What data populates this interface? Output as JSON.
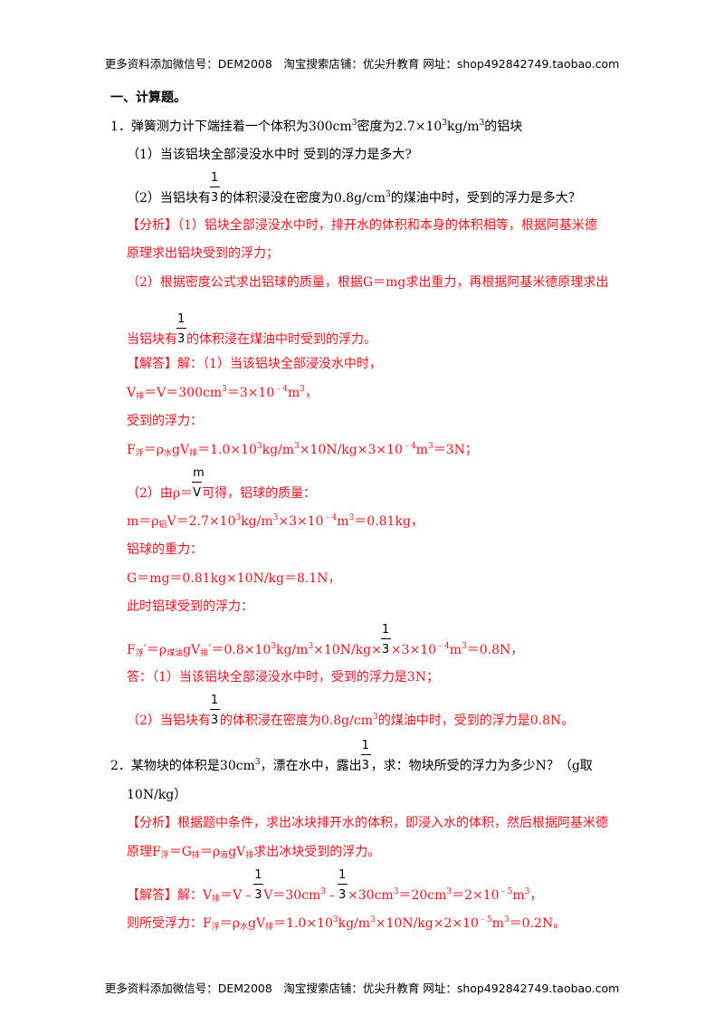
{
  "header": {
    "text": "更多资料添加微信号：DEM2008　淘宝搜索店铺：优尖升教育 网址：shop492842749.taobao.com"
  },
  "footer": {
    "text": "更多资料添加微信号：DEM2008　淘宝搜索店铺：优尖升教育 网址：shop492842749.taobao.com"
  },
  "section": {
    "title": "一、计算题。"
  },
  "q1": {
    "stem_a": "1．弹簧测力计下端挂着一个体积为300cm",
    "stem_b": "密度为2.7×10",
    "stem_c": "kg/m",
    "stem_d": "的铝块",
    "sub1": "（1）当该铝块全部浸没水中时  受到的浮力是多大?",
    "sub2_a": "（2）当铝块有",
    "sub2_b": "的体积浸没在密度为0.8g/cm",
    "sub2_c": "的煤油中时，受到的浮力是多大？",
    "analysis_1": "【分析】（1）铝块全部浸没水中时，排开水的体积和本身的体积相等，根据阿基米德",
    "analysis_2": "原理求出铝块受到的浮力；",
    "analysis_3": "（2）根据密度公式求出铝球的质量，根据G＝mg求出重力，再根据阿基米德原理求出",
    "analysis_4a": "当铝块有",
    "analysis_4b": "的体积浸在煤油中时受到的浮力。",
    "sol_1": "【解答】解：（1）当该铝块全部浸没水中时，",
    "sol_2a": "V",
    "sol_2sub": "排",
    "sol_2b": "＝V＝300cm",
    "sol_2c": "＝3×10",
    "sol_2exp": "﹣4",
    "sol_2d": "m",
    "sol_2e": "，",
    "sol_3": "受到的浮力：",
    "sol_4a": "F",
    "sol_4sub1": "浮",
    "sol_4b": "＝ρ",
    "sol_4sub2": "水",
    "sol_4c": "gV",
    "sol_4sub3": "排",
    "sol_4d": "＝1.0×10",
    "sol_4e": "kg/m",
    "sol_4f": "×10N/kg×3×10",
    "sol_4g": "m",
    "sol_4h": "＝3N；",
    "sol_5a": "（2）由ρ＝",
    "sol_5b": "可得，铝球的质量：",
    "sol_6a": "m＝ρ",
    "sol_6sub": "铝",
    "sol_6b": "V＝2.7×10",
    "sol_6c": "kg/m",
    "sol_6d": "×3×10",
    "sol_6e": "m",
    "sol_6f": "＝0.81kg，",
    "sol_7": "铝球的重力：",
    "sol_8": "G＝mg＝0.81kg×10N/kg＝8.1N，",
    "sol_9": "此时铝球受到的浮力：",
    "sol_10a": "F",
    "sol_10sub1": "浮",
    "sol_10b": "′＝ρ",
    "sol_10sub2": "煤油",
    "sol_10c": "gV",
    "sol_10sub3": "排",
    "sol_10d": "′＝0.8×10",
    "sol_10e": "kg/m",
    "sol_10f": "×10N/kg×",
    "sol_10g": "×3×10",
    "sol_10h": "m",
    "sol_10i": "＝0.8N，",
    "ans_1": "答：（1）当该铝块全部浸没水中时，受到的浮力是3N；",
    "ans_2a": "（2）当铝块有",
    "ans_2b": "的体积浸在密度为0.8g/cm",
    "ans_2c": "的煤油中时，受到的浮力是0.8N。"
  },
  "q2": {
    "stem_1a": "2．某物块的体积是30cm",
    "stem_1b": "，漂在水中，露出",
    "stem_1c": "，求：物块所受的浮力为多少N？（g取",
    "stem_2": "10N/kg）",
    "analysis_1": "【分析】根据题中条件，求出冰块排开水的体积，即浸入水的体积，然后根据阿基米德",
    "analysis_2a": "原理F",
    "analysis_2b": "＝G",
    "analysis_2c": "＝ρ",
    "analysis_2d": "gV",
    "analysis_2e": "求出冰块受到的浮力。",
    "sub_fu": "浮",
    "sub_pai": "排",
    "sub_ye": "液",
    "sol_1a": "【解答】解：V",
    "sol_1b": "＝V﹣",
    "sol_1c": "V＝30cm",
    "sol_1d": "﹣",
    "sol_1e": "×30cm",
    "sol_1f": "＝20cm",
    "sol_1g": "＝2×10",
    "sol_1exp": "﹣5",
    "sol_1h": "m",
    "sol_1i": "，",
    "sol_2a": "则所受浮力：F",
    "sol_2b": "＝ρ",
    "sol_2sub": "水",
    "sol_2c": "gV",
    "sol_2d": "＝1.0×10",
    "sol_2e": "kg/m",
    "sol_2f": "×10N/kg×2×10",
    "sol_2g": "m",
    "sol_2h": "＝0.2N。"
  },
  "math": {
    "one": "1",
    "three": "3",
    "m": "m",
    "V": "V",
    "exp3": "3",
    "exp_neg4": "﹣4"
  }
}
